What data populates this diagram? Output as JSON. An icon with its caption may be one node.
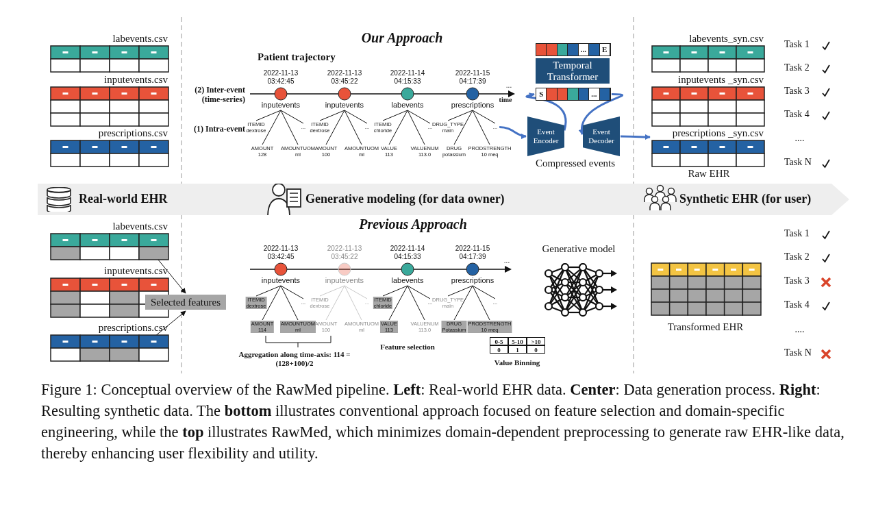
{
  "diagram": {
    "caption": "Figure 1: Conceptual overview of the RawMed pipeline. **Left**: Real-world EHR data. **Center**: Data generation process. **Right**: Resulting synthetic data. The **bottom** illustrates conventional approach focused on feature selection and domain-specific engineering, while the **top** illustrates RawMed, which minimizes domain-dependent preprocessing to generate raw EHR-like data, thereby enhancing user flexibility and utility.",
    "nodes": [
      {
        "text": [
          "labevents.csv"
        ]
      },
      {
        "text": [
          "inputevents.csv"
        ]
      },
      {
        "text": [
          "prescriptions.csv"
        ]
      },
      {
        "text": [
          "2022-11-13 03:42:45",
          "inputevents"
        ]
      },
      {
        "text": [
          "ITEMID dextrose"
        ]
      },
      {
        "text": [
          "..."
        ]
      },
      {
        "text": [
          "AMOUNT 128"
        ]
      },
      {
        "text": [
          "AMOUNTUOM ml"
        ]
      },
      {
        "text": [
          "2022-11-13 03:45:22",
          "inputevents"
        ]
      },
      {
        "text": [
          "ITEMID dextrose"
        ]
      },
      {
        "text": [
          "..."
        ]
      },
      {
        "text": [
          "AMOUNT 100"
        ]
      },
      {
        "text": [
          "AMOUNTUOM ml"
        ]
      },
      {
        "text": [
          "2022-11-14 04:15:33",
          "labevents"
        ]
      },
      {
        "text": [
          "ITEMID chloride"
        ]
      },
      {
        "text": [
          "..."
        ]
      },
      {
        "text": [
          "VALUE 113"
        ]
      },
      {
        "text": [
          "VALUENUM 113.0"
        ]
      },
      {
        "text": [
          "2022-11-15 04:17:39",
          "prescriptions"
        ]
      },
      {
        "text": [
          "DRUG_TYPE main"
        ]
      },
      {
        "text": [
          "..."
        ]
      },
      {
        "text": [
          "DRUG potassium"
        ]
      },
      {
        "text": [
          "PRODSTRENGTH 10 meq"
        ]
      },
      {
        "text": [
          "...",
          "E"
        ]
      },
      {
        "text": [
          "Temporal Transformer"
        ]
      },
      {
        "text": [
          "S",
          "..."
        ]
      },
      {
        "text": [
          "Event Encoder"
        ]
      },
      {
        "text": [
          "Event Decoder"
        ]
      },
      {
        "text": [
          "labevents_syn.csv"
        ]
      },
      {
        "text": [
          "inputevents _syn.csv"
        ]
      },
      {
        "text": [
          "prescriptions _syn.csv"
        ]
      },
      {
        "text": [
          "Real-world EHR",
          "Generative modeling (for data owner)",
          "Synthetic EHR (for user)"
        ]
      },
      {
        "text": [
          "labevents.csv"
        ]
      },
      {
        "text": [
          "inputevents.csv"
        ]
      },
      {
        "text": [
          "prescriptions.csv"
        ]
      },
      {
        "text": [
          "Selected features"
        ]
      },
      {
        "text": [
          "2022-11-13 03:42:45",
          "inputevents"
        ]
      },
      {
        "text": [
          "ITEMID dextrose"
        ]
      },
      {
        "text": [
          "..."
        ]
      },
      {
        "text": [
          "AMOUNT 114"
        ]
      },
      {
        "text": [
          "AMOUNTUOM ml"
        ]
      },
      {
        "text": [
          "2022-11-13 03:45:22",
          "inputevents"
        ]
      },
      {
        "text": [
          "ITEMID dextrose"
        ]
      },
      {
        "text": [
          "..."
        ]
      },
      {
        "text": [
          "AMOUNT 100"
        ]
      },
      {
        "text": [
          "AMOUNTUOM ml"
        ]
      },
      {
        "text": [
          "2022-11-14 04:15:33",
          "labevents"
        ]
      },
      {
        "text": [
          "ITEMID chloride"
        ]
      },
      {
        "text": [
          "..."
        ]
      },
      {
        "text": [
          "VALUE 113"
        ]
      },
      {
        "text": [
          "VALUENUM 113.0"
        ]
      },
      {
        "text": [
          "2022-11-15 04:17:39",
          "prescriptions"
        ]
      },
      {
        "text": [
          "DRUG_TYPE main"
        ]
      },
      {
        "text": [
          "..."
        ]
      },
      {
        "text": [
          "DRUG Potassium"
        ]
      },
      {
        "text": [
          "PRODSTRENGTH 10 meq"
        ]
      },
      {
        "text": [
          "Transformed EHR"
        ]
      }
    ],
    "edges": [
      {
        "from": 3,
        "to": 4,
        "arrow": "none"
      },
      {
        "from": 3,
        "to": 5,
        "arrow": "none"
      },
      {
        "from": 3,
        "to": 6,
        "arrow": "none"
      },
      {
        "from": 3,
        "to": 7,
        "arrow": "none"
      },
      {
        "from": 8,
        "to": 9,
        "arrow": "none"
      },
      {
        "from": 8,
        "to": 10,
        "arrow": "none"
      },
      {
        "from": 8,
        "to": 11,
        "arrow": "none"
      },
      {
        "from": 8,
        "to": 12,
        "arrow": "none"
      },
      {
        "from": 13,
        "to": 14,
        "arrow": "none"
      },
      {
        "from": 13,
        "to": 15,
        "arrow": "none"
      },
      {
        "from": 13,
        "to": 16,
        "arrow": "none"
      },
      {
        "from": 13,
        "to": 17,
        "arrow": "none"
      },
      {
        "from": 18,
        "to": 19,
        "arrow": "none"
      },
      {
        "from": 18,
        "to": 20,
        "arrow": "none"
      },
      {
        "from": 18,
        "to": 21,
        "arrow": "none"
      },
      {
        "from": 18,
        "to": 22,
        "arrow": "none"
      },
      {
        "from": 20,
        "to": 26,
        "arrow": "to",
        "style": "thick",
        "color": "#4472c4"
      },
      {
        "from": 26,
        "to": 25,
        "arrow": "to",
        "style": "thick",
        "color": "#4472c4"
      },
      {
        "from": 25,
        "to": 27,
        "arrow": "to",
        "style": "thick",
        "color": "#4472c4"
      },
      {
        "from": 27,
        "to": 30,
        "arrow": "to",
        "style": "thick",
        "color": "#4472c4"
      },
      {
        "from": 32,
        "to": 35,
        "arrow": "to"
      },
      {
        "from": 34,
        "to": 35,
        "arrow": "to"
      },
      {
        "from": 36,
        "to": 37,
        "arrow": "none"
      },
      {
        "from": 36,
        "to": 38,
        "arrow": "none"
      },
      {
        "from": 36,
        "to": 39,
        "arrow": "none"
      },
      {
        "from": 36,
        "to": 40,
        "arrow": "none"
      },
      {
        "from": 41,
        "to": 42,
        "arrow": "none",
        "color": "#c8c8c8"
      },
      {
        "from": 41,
        "to": 43,
        "arrow": "none",
        "color": "#c8c8c8"
      },
      {
        "from": 41,
        "to": 44,
        "arrow": "none",
        "color": "#c8c8c8"
      },
      {
        "from": 41,
        "to": 45,
        "arrow": "none",
        "color": "#c8c8c8"
      },
      {
        "from": 46,
        "to": 47,
        "arrow": "none"
      },
      {
        "from": 46,
        "to": 48,
        "arrow": "none"
      },
      {
        "from": 46,
        "to": 49,
        "arrow": "none"
      },
      {
        "from": 46,
        "to": 50,
        "arrow": "none"
      },
      {
        "from": 51,
        "to": 52,
        "arrow": "none"
      },
      {
        "from": 51,
        "to": 53,
        "arrow": "none"
      },
      {
        "from": 51,
        "to": 54,
        "arrow": "none"
      },
      {
        "from": 51,
        "to": 55,
        "arrow": "none"
      }
    ],
    "labels": [
      "Our Approach",
      "Patient trajectory",
      "(2) Inter-event (time-series)",
      "(1) Intra-event",
      "...",
      "time",
      "Compressed events",
      "Task 1",
      "Task 2",
      "Task 3",
      "Task 4",
      "....",
      "Task N",
      "Raw EHR",
      "Previous Approach",
      "...",
      "Generative model",
      "Task 1",
      "Task 2",
      "Task 3",
      "Task 4",
      "....",
      "Task N",
      "Aggregation along time-axis: 114 = (128+100)/2",
      "Feature selection",
      "0-5",
      "5-10",
      ">10",
      "0",
      "1",
      "0",
      "Value Binning"
    ]
  }
}
